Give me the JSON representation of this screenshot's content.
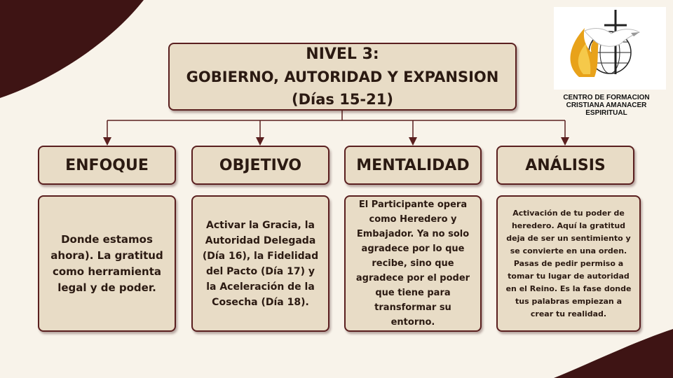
{
  "title": {
    "line1": "NIVEL 3:",
    "line2": "GOBIERNO, AUTORIDAD Y EXPANSION",
    "line3": "(Días 15-21)"
  },
  "logo": {
    "name_line1": "CENTRO DE FORMACION",
    "name_line2": "CRISTIANA AMANACER",
    "name_line3": "ESPIRITUAL",
    "icon": "dove-cross-flame-globe-icon"
  },
  "columns": [
    {
      "heading": "ENFOQUE",
      "text": "Donde estamos ahora). La gratitud como herramienta legal y de poder."
    },
    {
      "heading": "OBJETIVO",
      "text": "Activar la Gracia, la Autoridad Delegada (Día 16), la Fidelidad del Pacto (Día 17) y la Aceleración de la Cosecha (Día 18)."
    },
    {
      "heading": "MENTALIDAD",
      "text": "El Participante opera como Heredero y Embajador. Ya no solo agradece por lo que recibe, sino que agradece por el poder que tiene para transformar su entorno."
    },
    {
      "heading": "ANÁLISIS",
      "text": "Activación de tu poder de heredero. Aquí la gratitud deja de ser un sentimiento y se convierte en una orden. Pasas de pedir permiso a tomar tu lugar de autoridad en el Reino. Es la fase donde tus palabras empiezan a crear tu realidad."
    }
  ],
  "colors": {
    "maroon": "#3e1414",
    "cream": "#f8f3ea",
    "box_fill": "#e8dcc6",
    "box_border": "#5a1f1f",
    "flame": "#e8a21a"
  }
}
